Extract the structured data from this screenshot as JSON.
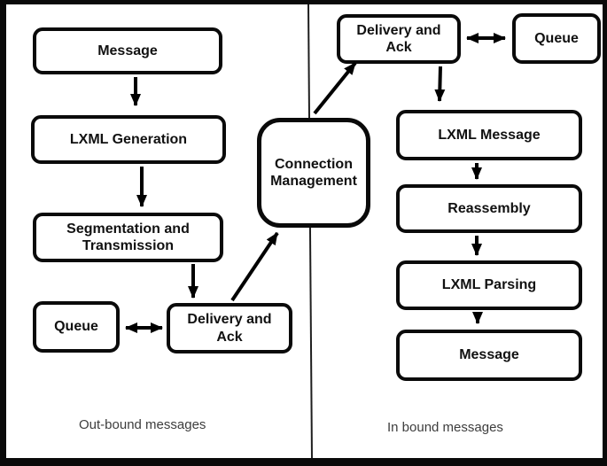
{
  "diagram_type": "flowchart",
  "colors": {
    "background": "#ffffff",
    "node_fill": "#ffffff",
    "node_border": "#0a0a0a",
    "node_text": "#111111",
    "edge": "#000000",
    "divider": "#1f1f1f",
    "frame": "#0a0a0a",
    "section_label_text": "#3d3d3d"
  },
  "nodes": {
    "out_message": "Message",
    "out_lxml_generation": "LXML Generation",
    "out_segmentation": "Segmentation and\nTransmission",
    "out_queue": "Queue",
    "out_delivery": "Delivery and\nAck",
    "connection_management": "Connection\nManagement",
    "in_delivery": "Delivery and\nAck",
    "in_queue": "Queue",
    "in_lxml_message": "LXML Message",
    "in_reassembly": "Reassembly",
    "in_lxml_parsing": "LXML Parsing",
    "in_message": "Message"
  },
  "section_labels": {
    "outbound": "Out-bound messages",
    "inbound": "In bound messages"
  },
  "edges": [
    {
      "from": "out_message",
      "to": "out_lxml_generation",
      "style": "arrow"
    },
    {
      "from": "out_lxml_generation",
      "to": "out_segmentation",
      "style": "arrow"
    },
    {
      "from": "out_segmentation",
      "to": "out_delivery",
      "style": "arrow"
    },
    {
      "from": "out_queue",
      "to": "out_delivery",
      "style": "double-arrow"
    },
    {
      "from": "out_delivery",
      "to": "connection_management",
      "style": "arrow"
    },
    {
      "from": "connection_management",
      "to": "in_delivery",
      "style": "arrow"
    },
    {
      "from": "in_delivery",
      "to": "in_queue",
      "style": "double-arrow"
    },
    {
      "from": "in_delivery",
      "to": "in_lxml_message",
      "style": "arrow"
    },
    {
      "from": "in_lxml_message",
      "to": "in_reassembly",
      "style": "arrow"
    },
    {
      "from": "in_reassembly",
      "to": "in_lxml_parsing",
      "style": "arrow"
    },
    {
      "from": "in_lxml_parsing",
      "to": "in_message",
      "style": "arrow"
    }
  ]
}
